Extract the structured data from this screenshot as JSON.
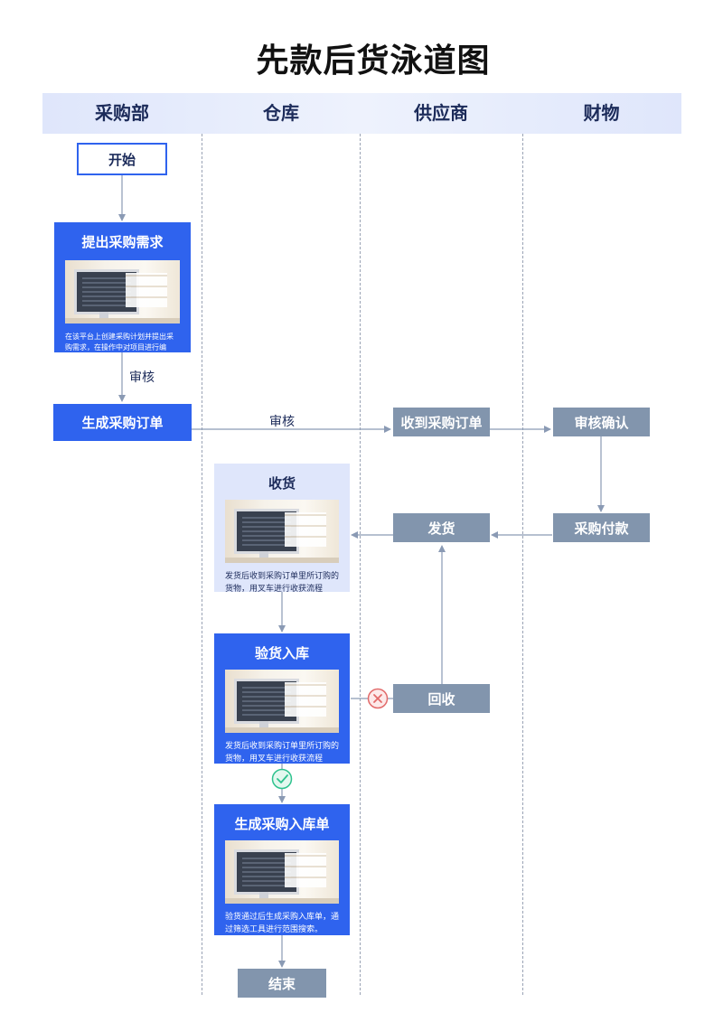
{
  "title": "先款后货泳道图",
  "lanes": [
    "采购部",
    "仓库",
    "供应商",
    "财物"
  ],
  "nodes": {
    "start": "开始",
    "submit_demand": {
      "title": "提出采购需求",
      "desc": "在该平台上创建采购计划并提出采购需求，在操作中对项目进行编辑。"
    },
    "create_order": "生成采购订单",
    "receive_order": "收到采购订单",
    "review_confirm": "审核确认",
    "receive_goods": {
      "title": "收货",
      "desc": "发货后收到采购订单里所订购的货物，用叉车进行收获流程"
    },
    "ship": "发货",
    "pay": "采购付款",
    "inspect": {
      "title": "验货入库",
      "desc": "发货后收到采购订单里所订购的货物，用叉车进行收获流程"
    },
    "recall": "回收",
    "create_receipt": {
      "title": "生成采购入库单",
      "desc": "验货通过后生成采购入库单，通过筛选工具进行范围搜索。"
    },
    "end": "结束"
  },
  "labels": {
    "review1": "审核",
    "review2": "审核"
  },
  "colors": {
    "primary": "#2f63ee",
    "gray_node": "#8295ad",
    "light_card": "#dfe6fb",
    "lane_header": "#dfe6fb",
    "reject": "#e26a6a",
    "approve": "#2ec28e"
  }
}
